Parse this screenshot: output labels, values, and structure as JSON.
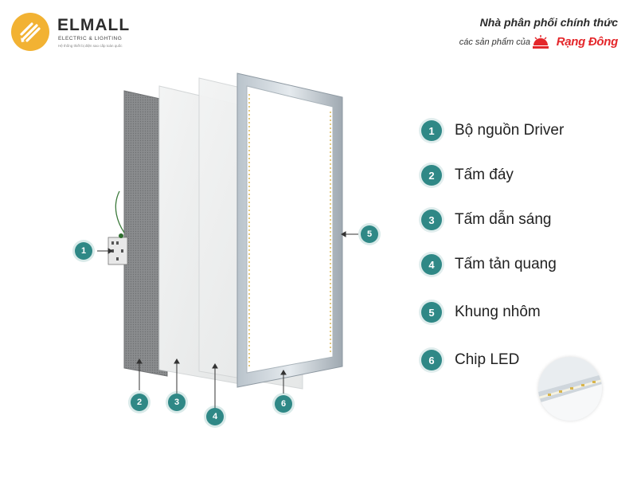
{
  "header": {
    "logo_name": "ELMALL",
    "logo_sub": "ELECTRIC & LIGHTING",
    "logo_tagline": "Hệ thống thiết bị điện sao cấp toàn quốc",
    "distributor_title": "Nhà phân phối chính thức",
    "distributor_sub": "các sản phẩm của",
    "brand_name": "Rạng Đông"
  },
  "diagram": {
    "callouts": [
      "1",
      "2",
      "3",
      "4",
      "5",
      "6"
    ]
  },
  "legend": [
    {
      "num": "1",
      "label": "Bộ nguồn Driver"
    },
    {
      "num": "2",
      "label": "Tấm đáy"
    },
    {
      "num": "3",
      "label": "Tấm dẫn sáng"
    },
    {
      "num": "4",
      "label": "Tấm tản quang"
    },
    {
      "num": "5",
      "label": "Khung nhôm"
    },
    {
      "num": "6",
      "label": "Chip LED"
    }
  ],
  "colors": {
    "accent": "#2f8886",
    "brand_red": "#e4262a",
    "logo_yellow": "#f2b233"
  },
  "icons": [
    "elmall-logo-icon",
    "rang-dong-logo-icon",
    "chip-led-closeup-image"
  ]
}
